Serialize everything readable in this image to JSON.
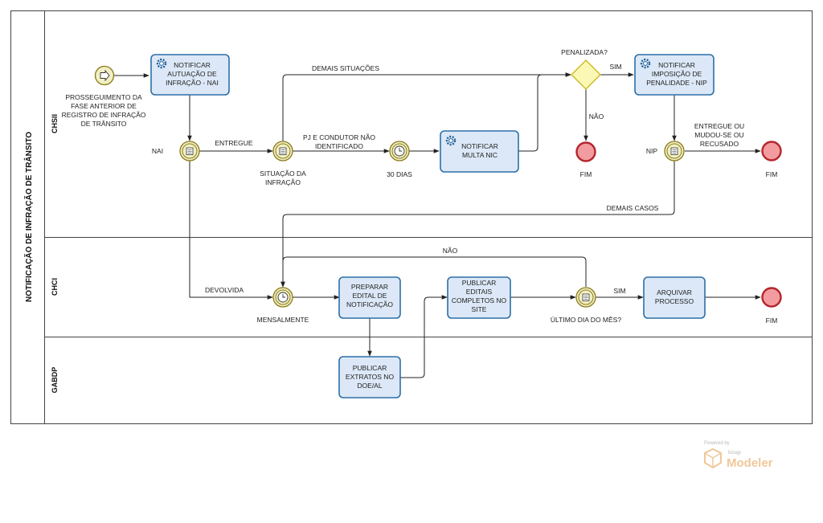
{
  "pool": {
    "title": "NOTIFICAÇÃO DE INFRAÇÃO DE TRÂNSITO"
  },
  "lanes": {
    "chsii": "CHSII",
    "chci": "CHCI",
    "gabdp": "GABDP"
  },
  "start_event": {
    "label_lines": [
      "PROSSEGUIMENTO DA",
      "FASE ANTERIOR DE",
      "REGISTRO DE INFRAÇÃO",
      "DE TRÂNSITO"
    ]
  },
  "tasks": {
    "notificar_nai": [
      "NOTIFICAR",
      "AUTUAÇÃO DE",
      "INFRAÇÃO - NAI"
    ],
    "notificar_nic": [
      "NOTIFICAR",
      "MULTA NIC"
    ],
    "notificar_nip": [
      "NOTIFICAR",
      "IMPOSIÇÃO DE",
      "PENALIDADE - NIP"
    ],
    "preparar_edital": [
      "PREPARAR",
      "EDITAL DE",
      "NOTIFICAÇÃO"
    ],
    "publicar_editais": [
      "PUBLICAR",
      "EDITAIS",
      "COMPLETOS NO",
      "SITE"
    ],
    "arquivar": [
      "ARQUIVAR",
      "PROCESSO"
    ],
    "publicar_extratos": [
      "PUBLICAR",
      "EXTRATOS NO",
      "DOE/AL"
    ]
  },
  "events": {
    "nai": "NAI",
    "situacao": [
      "SITUAÇÃO DA",
      "INFRAÇÃO"
    ],
    "trinta_dias": "30 DIAS",
    "nip": "NIP",
    "mensalmente": "MENSALMENTE",
    "ultimo_dia": "ÚLTIMO DIA DO MÊS?"
  },
  "gateway": {
    "label": "PENALIZADA?"
  },
  "end_events": {
    "fim": "FIM"
  },
  "flows": {
    "entregue": "ENTREGUE",
    "demais_situacoes": "DEMAIS SITUAÇÕES",
    "pj_condutor": [
      "PJ E CONDUTOR NÃO",
      "IDENTIFICADO"
    ],
    "sim": "SIM",
    "nao": "NÃO",
    "entregue_mudou": [
      "ENTREGUE OU",
      "MUDOU-SE OU",
      "RECUSADO"
    ],
    "demais_casos": "DEMAIS CASOS",
    "devolvida": "DEVOLVIDA"
  },
  "watermark": {
    "powered_by": "Powered by",
    "vendor": "bizagi",
    "product": "Modeler"
  },
  "colors": {
    "task_fill": "#dce8f7",
    "task_stroke": "#2d6fa8",
    "gateway_fill": "#fbf7b4",
    "gateway_stroke": "#c9b615",
    "end_fill": "#f29ca0",
    "end_stroke": "#b5262d"
  }
}
